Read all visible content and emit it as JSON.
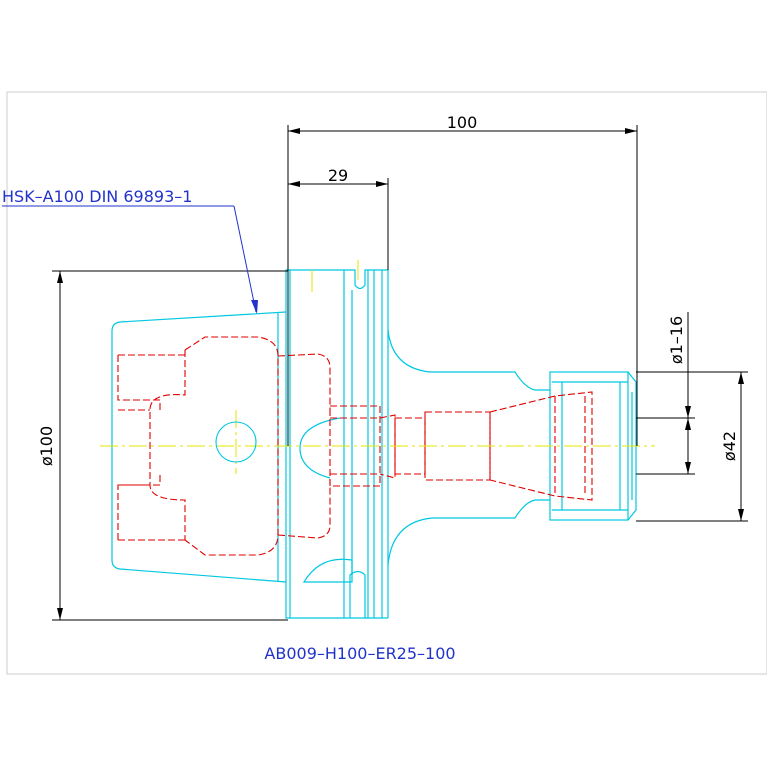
{
  "dimensions": {
    "overall_length": "100",
    "flange_offset": "29",
    "shank_diameter": "ø100",
    "collet_range": "ø1–16",
    "nut_diameter": "ø42"
  },
  "labels": {
    "standard_callout": "HSK–A100 DIN 69893–1",
    "part_number": "AB009–H100–ER25–100"
  },
  "colors": {
    "outline": "#00c8e0",
    "hidden": "#e00000",
    "centerline": "#e6e600",
    "dimension": "#000000",
    "text": "#2233cc",
    "frame": "#cccccc"
  }
}
